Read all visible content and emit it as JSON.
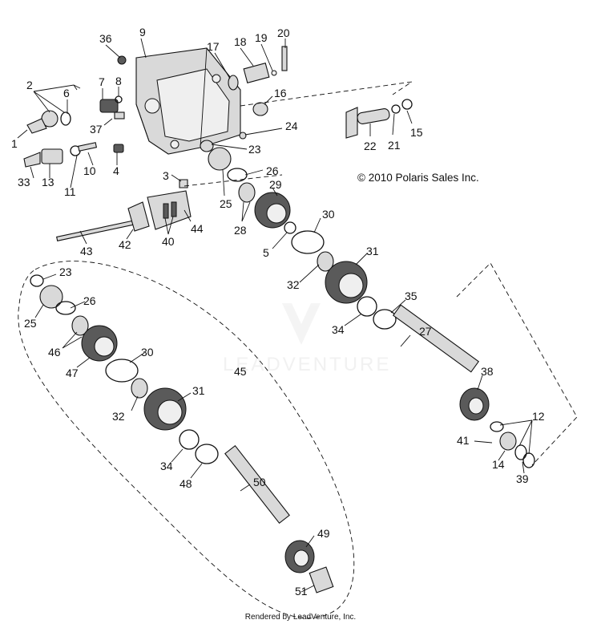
{
  "copyright": "© 2010 Polaris Sales Inc.",
  "watermark": "LEADVENTURE",
  "footer": "Rendered by LeadVenture, Inc.",
  "callouts": [
    "36",
    "9",
    "17",
    "18",
    "19",
    "20",
    "2",
    "6",
    "7",
    "8",
    "16",
    "37",
    "24",
    "1",
    "23",
    "10",
    "4",
    "33",
    "13",
    "11",
    "3",
    "26",
    "25",
    "29",
    "28",
    "30",
    "5",
    "31",
    "32",
    "35",
    "34",
    "27",
    "38",
    "23",
    "25",
    "26",
    "46",
    "47",
    "30",
    "45",
    "31",
    "32",
    "34",
    "48",
    "50",
    "49",
    "51",
    "12",
    "41",
    "14",
    "39",
    "22",
    "21",
    "15",
    "43",
    "42",
    "40",
    "44"
  ]
}
